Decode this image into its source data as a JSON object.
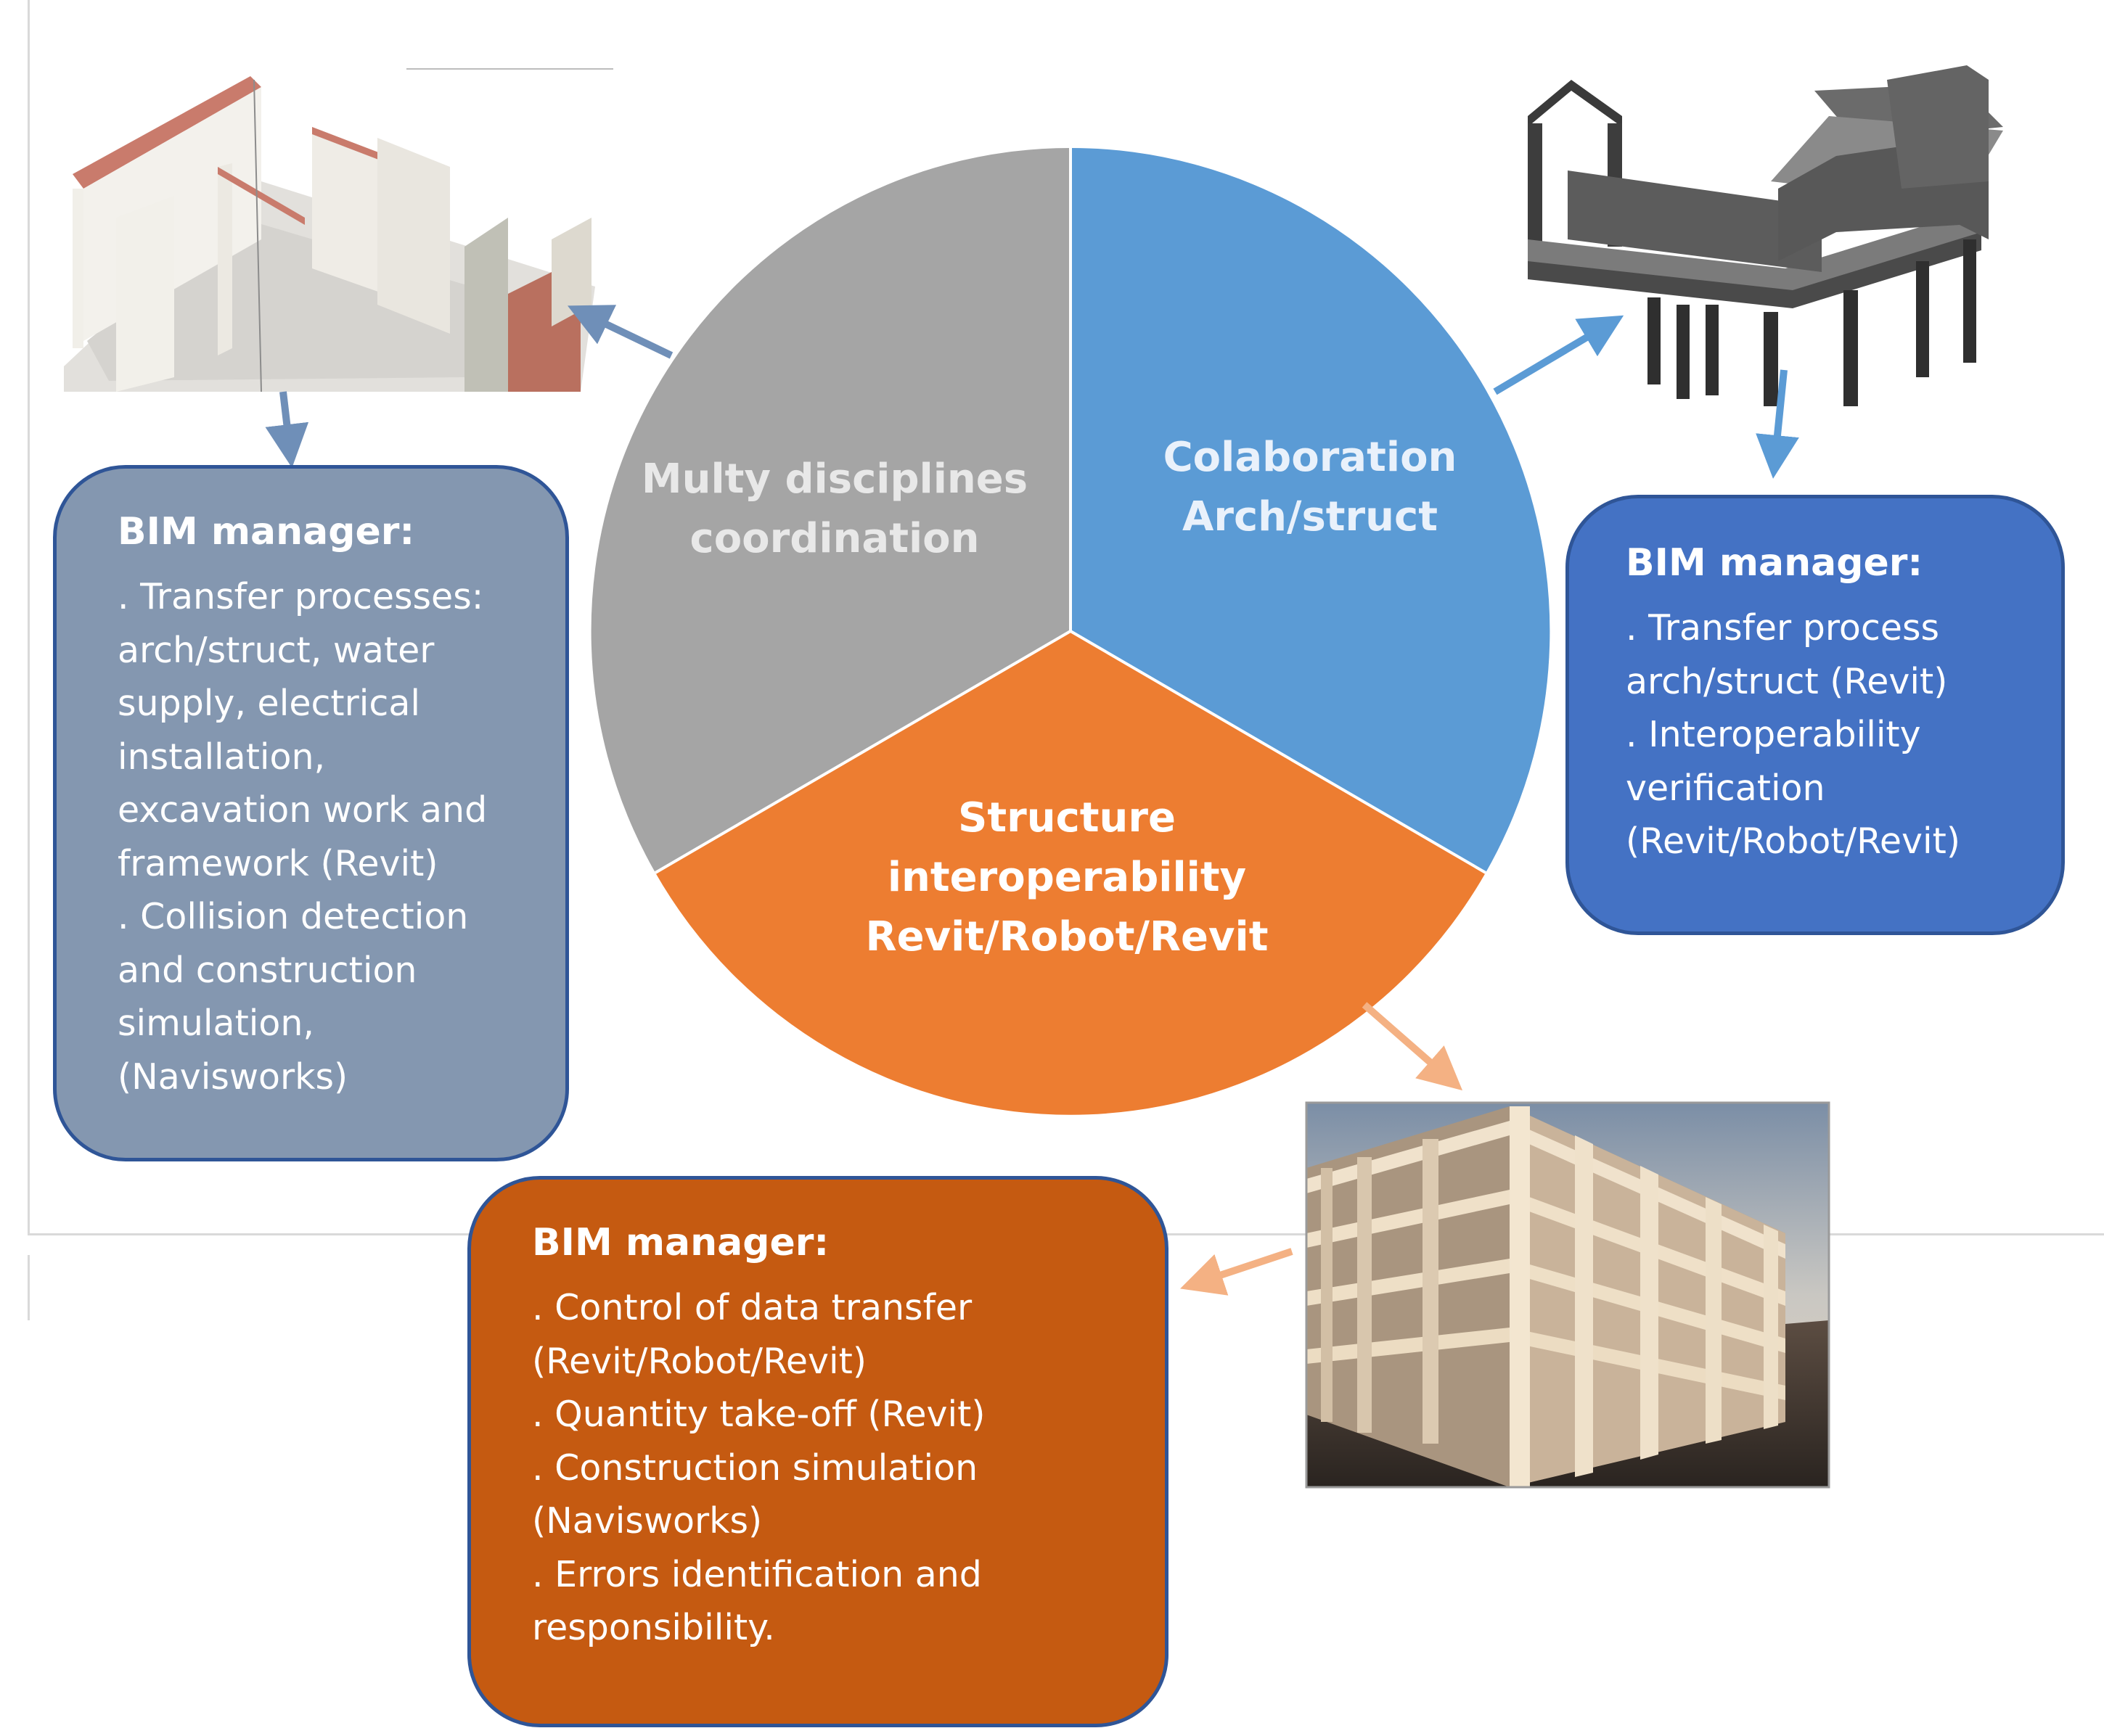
{
  "pie": {
    "segments": [
      {
        "name": "coordination",
        "color": "#a5a5a5",
        "lines": [
          "Multy disciplines",
          "coordination"
        ]
      },
      {
        "name": "collaboration",
        "color": "#5b9bd5",
        "lines": [
          "Colaboration",
          "Arch/struct"
        ]
      },
      {
        "name": "interoperability",
        "color": "#ed7d31",
        "lines": [
          "Structure",
          "interoperability",
          "Revit/Robot/Revit"
        ]
      }
    ]
  },
  "boxes": {
    "left": {
      "color": "#8497b0",
      "title": "BIM manager:",
      "lines": [
        ". Transfer processes:",
        "arch/struct, water",
        "supply, electrical",
        "installation,",
        "excavation work and",
        "framework (Revit)",
        ". Collision detection",
        "and construction",
        "simulation,",
        "(Navisworks)"
      ]
    },
    "right": {
      "color": "#4472c4",
      "title": "BIM manager:",
      "lines": [
        ". Transfer process",
        "arch/struct (Revit)",
        ". Interoperability",
        "verification",
        "(Revit/Robot/Revit)"
      ]
    },
    "bottom": {
      "color": "#c55a11",
      "title": "BIM manager:",
      "lines": [
        ". Control of data transfer",
        "(Revit/Robot/Revit)",
        ". Quantity take-off (Revit)",
        ". Construction simulation",
        "(Navisworks)",
        ". Errors identification and",
        "responsibility."
      ]
    }
  },
  "colors": {
    "arrow_blue": "#6f8fb8",
    "arrow_blue_bright": "#5b9bd5",
    "arrow_orange": "#f4b183",
    "box_border": "#2f5597"
  },
  "images": {
    "top_left": "building-model-walls-image",
    "top_right": "structural-frame-model-image",
    "bottom_right": "rendered-building-frame-image"
  }
}
